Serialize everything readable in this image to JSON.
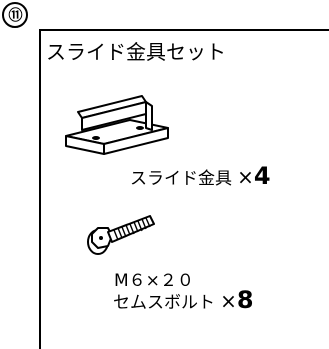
{
  "badge": "⑪",
  "title": "スライド金具セット",
  "items": [
    {
      "name": "スライド金具",
      "times": "×",
      "qty": "4"
    },
    {
      "spec": "M６×２０",
      "name": "セムスボルト",
      "times": "×",
      "qty": "8"
    }
  ]
}
